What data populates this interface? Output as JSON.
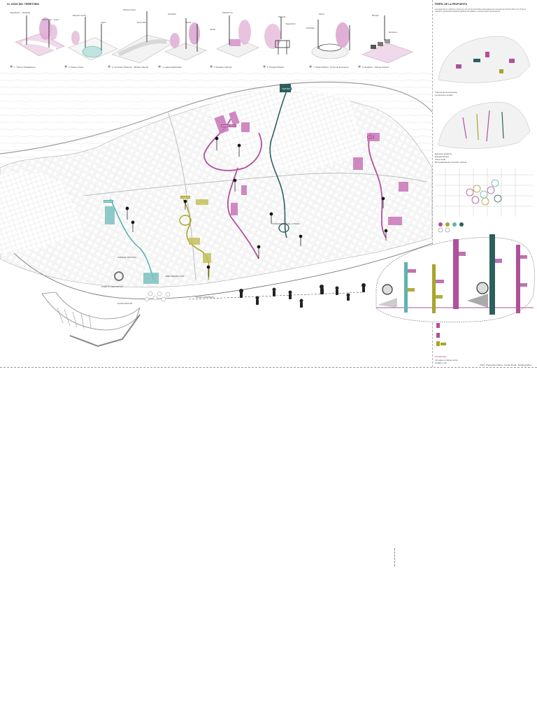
{
  "header": {
    "title": "01. USOS DEL TERRITORIO",
    "right_title": "PERFIL DE LA PROPUESTA"
  },
  "vignettes": [
    {
      "caption": "1. Tramos Paisajísticos",
      "labels": [
        "Vegetación · arbolado",
        "Pavimento · suelo"
      ]
    },
    {
      "caption": "2. Paseo Litoral",
      "labels": [
        "Espacio verde",
        "Agua"
      ]
    },
    {
      "caption": "3. Conexión Peatonal · Mirador Natural",
      "labels": [
        "Parque lineal",
        "Recorrido"
      ]
    },
    {
      "caption": "4. Ladera Ajardinada",
      "labels": [
        "Arbolado",
        "Talud"
      ]
    },
    {
      "caption": "5. Espacio Cultural",
      "labels": [
        "Plataforma",
        "Jardín"
      ]
    },
    {
      "caption": "6. Pérgola Mirador",
      "labels": [
        "Pérgola",
        "Vegetación"
      ]
    },
    {
      "caption": "7. Plaza Pública · Punto de Encuentro",
      "labels": [
        "Plaza",
        "Arbolado"
      ]
    },
    {
      "caption": "8. Escalera · Rampa Urbana",
      "labels": [
        "Rampa",
        "Escalera"
      ]
    }
  ],
  "colors": {
    "magenta": "#b0509a",
    "light_magenta": "#d9a2cf",
    "teal": "#2c5f5d",
    "cyan": "#5fb3b0",
    "olive": "#a8a52a",
    "map_line": "#b8b8b8",
    "sea": "#ffffff"
  },
  "map": {
    "tags": [
      {
        "text": "CENTRO",
        "color": "teal"
      },
      {
        "text": "BARRIO ALTO",
        "color": "magenta"
      },
      {
        "text": "PUERTO",
        "color": "cyan"
      },
      {
        "text": "LADERA",
        "color": "olive"
      },
      {
        "text": "ESTE",
        "color": "magenta"
      }
    ],
    "labels": [
      "PASEO MARÍTIMO",
      "PUERTO DEPORTIVO",
      "PLAZA MAYOR",
      "ÁREA RECREATIVA",
      "PARQUE CENTRAL",
      "CONEXIÓN CON EL LITORAL"
    ]
  },
  "side": {
    "paragraph": "La propuesta se articula a través de una red de recorridos peatonales que conectan los barrios altos con el frente marítimo, generando espacios públicos de calidad y nuevos puntos de encuentro.",
    "legend1": [
      "Tramos de la propuesta",
      "Conexiones verdes"
    ],
    "legend2": [
      "Espacios públicos",
      "Equipamientos",
      "Zona verde",
      "Red peatonal de conexión urbana"
    ],
    "bottom_title": "Conclusión",
    "bottom_text": [
      "Un paseo continuo entre",
      "ciudad y mar"
    ],
    "footer": "Autor: Propuesta urbana · Frente litoral · Escala gráfica"
  }
}
